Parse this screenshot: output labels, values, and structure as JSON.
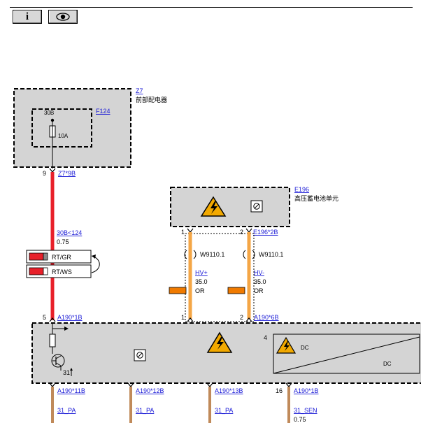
{
  "toolbar": {
    "info_label": "i",
    "icons": [
      "info-icon",
      "eye-icon"
    ]
  },
  "z7": {
    "id": "Z7",
    "name": "前部配电器",
    "pin": "9",
    "connector": "Z7*9B"
  },
  "f124": {
    "id": "F124",
    "terminal": "30B",
    "rating": "10A"
  },
  "e196": {
    "id": "E196",
    "name": "高压蓄电池单元",
    "pin1": "1",
    "pin2": "2",
    "connector": "E196*2B"
  },
  "red_wire": {
    "id": "30B<124",
    "gauge": "0.75",
    "colors": [
      "RT/GR",
      "RT/WS"
    ]
  },
  "hv_wires": [
    {
      "shield": "W9110.1",
      "id": "HV+",
      "gauge": "35.0",
      "color_code": "OR"
    },
    {
      "shield": "W9110.1",
      "id": "HV-",
      "gauge": "35.0",
      "color_code": "OR"
    }
  ],
  "a190": {
    "pin5": "5",
    "conn5": "A190*1B",
    "pin1": "1",
    "pin2": "2",
    "conn2": "A190*6B",
    "ground_pin": "31",
    "dcdc_pin": "4",
    "dc_label_1": "DC",
    "dc_label_2": "DC",
    "bottom_pin16": "16",
    "bottom": [
      {
        "connector": "A190*11B",
        "wire": "31_PA",
        "gauge": ""
      },
      {
        "connector": "A190*12B",
        "wire": "31_PA",
        "gauge": ""
      },
      {
        "connector": "A190*13B",
        "wire": "31_PA",
        "gauge": ""
      },
      {
        "connector": "A190*1B",
        "wire": "31_SEN",
        "gauge": "0.75"
      }
    ]
  },
  "colors": {
    "red_wire": "#e8202a",
    "orange_wire": "#f4a646",
    "box_fill": "#d4d4d4",
    "link": "#1a1ad6",
    "brown_wire": "#c08a5a"
  }
}
